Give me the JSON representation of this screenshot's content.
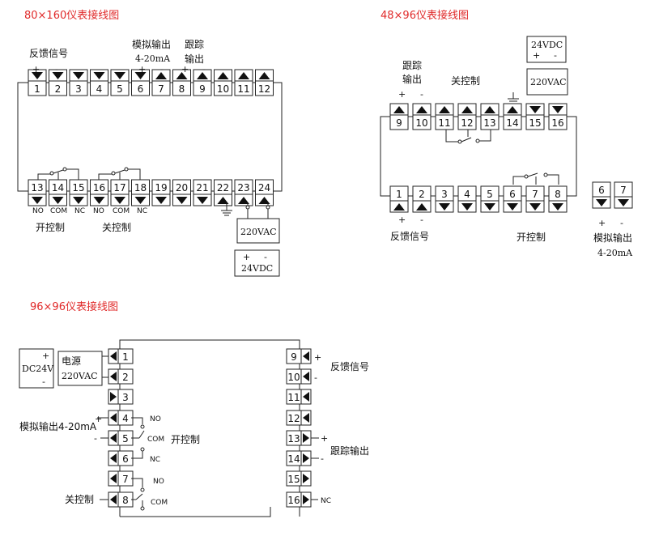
{
  "diagram_80x160": {
    "title": "80×160仪表接线图",
    "top_terminals": [
      "1",
      "2",
      "3",
      "4",
      "5",
      "6",
      "7",
      "8",
      "9",
      "10",
      "11",
      "12"
    ],
    "bottom_terminals": [
      "13",
      "14",
      "15",
      "16",
      "17",
      "18",
      "19",
      "20",
      "21",
      "22",
      "23",
      "24"
    ],
    "feedback_label": "反馈信号",
    "analog_label_1": "模拟输出",
    "analog_label_2": "4-20mA",
    "track_label_1": "跟踪",
    "track_label_2": "输出",
    "plus": "+",
    "minus": "-",
    "no": "NO",
    "com": "COM",
    "nc": "NC",
    "open_ctrl": "开控制",
    "close_ctrl": "关控制",
    "power_220": "220VAC",
    "power_24": "24VDC"
  },
  "diagram_48x96": {
    "title": "48×96仪表接线图",
    "top_terminals": [
      "9",
      "10",
      "11",
      "12",
      "13",
      "14",
      "15",
      "16"
    ],
    "bottom_terminals": [
      "1",
      "2",
      "3",
      "4",
      "5",
      "6",
      "7",
      "8"
    ],
    "side_terminals": [
      "6",
      "7"
    ],
    "track_label_1": "跟踪",
    "track_label_2": "输出",
    "close_ctrl": "关控制",
    "open_ctrl": "开控制",
    "feedback_label": "反馈信号",
    "analog_label_1": "模拟输出",
    "analog_label_2": "4-20mA",
    "power_24": "24VDC",
    "power_220": "220VAC",
    "plus": "+",
    "minus": "-"
  },
  "diagram_96x96": {
    "title": "96×96仪表接线图",
    "left_terminals": [
      "1",
      "2",
      "3",
      "4",
      "5",
      "6",
      "7",
      "8"
    ],
    "right_terminals": [
      "9",
      "10",
      "11",
      "12",
      "13",
      "14",
      "15",
      "16"
    ],
    "power_label": "电源",
    "power_220": "220VAC",
    "power_dc": "DC24V",
    "analog_label": "模拟输出4-20mA",
    "open_ctrl": "开控制",
    "close_ctrl": "关控制",
    "feedback_label": "反馈信号",
    "track_label": "跟踪输出",
    "no": "NO",
    "com": "COM",
    "nc": "NC",
    "plus": "+",
    "minus": "-"
  }
}
